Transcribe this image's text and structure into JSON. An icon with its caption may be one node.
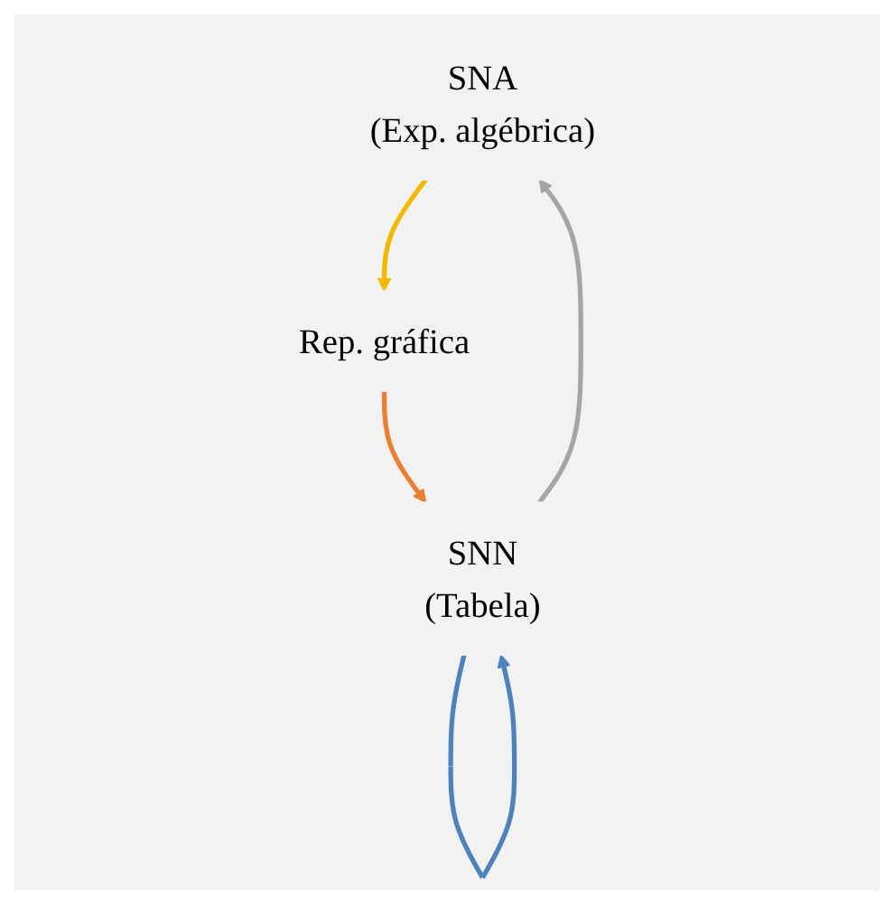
{
  "diagram": {
    "nodes": [
      {
        "text": [
          "SNA",
          "(Exp. algébrica)"
        ]
      },
      {
        "text": [
          "Rep. gráfica"
        ]
      },
      {
        "text": [
          "SNN",
          "(Tabela)"
        ]
      }
    ],
    "edges": [
      {
        "from": 0,
        "to": 1,
        "arrow": "to",
        "color": "#f5b800"
      },
      {
        "from": 1,
        "to": 2,
        "arrow": "to",
        "color": "#ed7d31"
      },
      {
        "from": 2,
        "to": 0,
        "arrow": "to",
        "color": "#a5a5a5"
      },
      {
        "from": 2,
        "to": 2,
        "arrow": "to",
        "color": "#4f81bd"
      }
    ]
  }
}
